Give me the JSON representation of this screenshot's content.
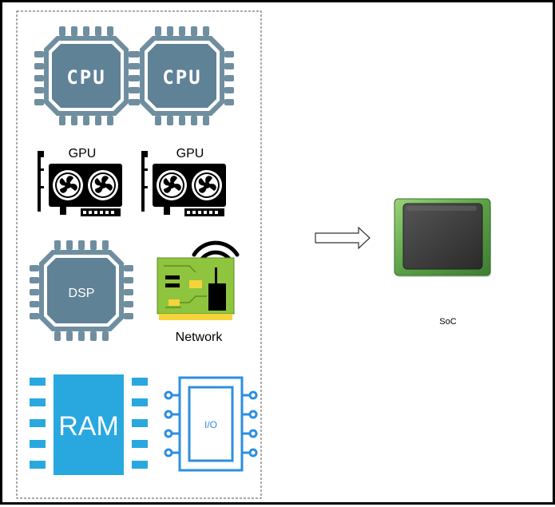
{
  "components": {
    "cpu_1": "CPU",
    "cpu_2": "CPU",
    "gpu_1": "GPU",
    "gpu_2": "GPU",
    "dsp": "DSP",
    "network": "Network",
    "ram": "RAM",
    "io": "I/O"
  },
  "result": {
    "label": "SoC"
  },
  "colors": {
    "chip_slate": "#5f8296",
    "chip_dark": "#4d6f84",
    "chip_pin": "#6f8ea0",
    "gpu_black": "#000000",
    "network_board": "#8fc43f",
    "network_accent": "#f5d33b",
    "ram_blue": "#29a8e0",
    "io_blue": "#2c8fe0",
    "soc_green": "#6fb35a",
    "soc_die": "#3b3b3b"
  }
}
